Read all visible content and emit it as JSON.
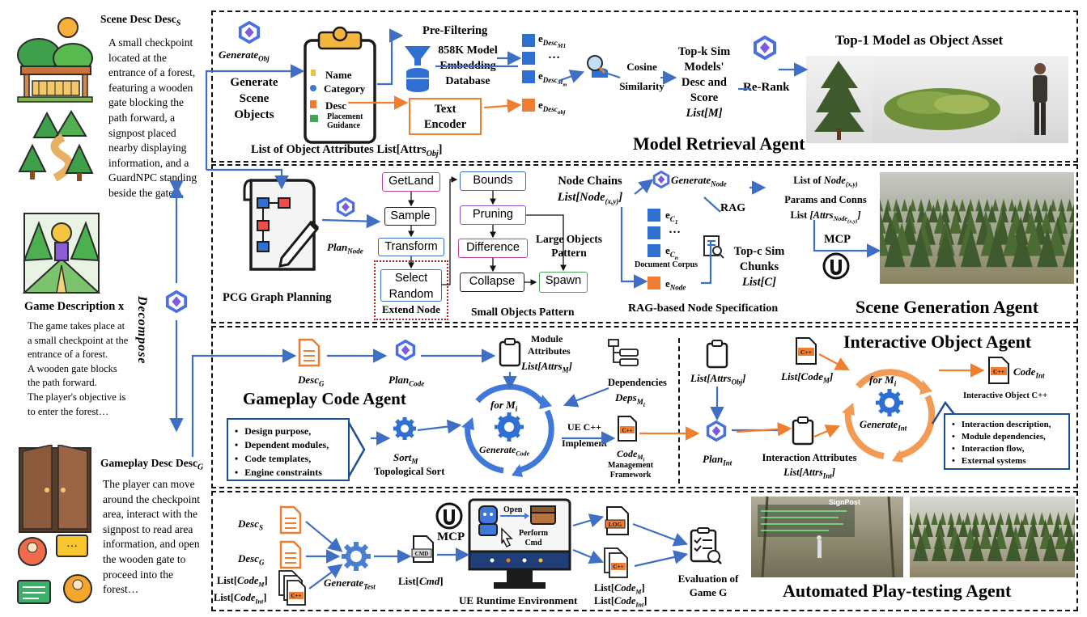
{
  "left": {
    "scene_title": "Scene Desc Desc",
    "scene_sub": "S",
    "scene_text": [
      "A small checkpoint",
      "located at the",
      "entrance of a forest,",
      "featuring a wooden",
      "gate blocking the",
      "path forward, a",
      "signpost placed",
      "nearby displaying",
      "information, and a",
      "GuardNPC standing",
      "beside the gate…"
    ],
    "game_title": "Game Description x",
    "game_text": [
      "The game takes place at",
      "a small checkpoint at the",
      "entrance of a forest.",
      "A wooden gate blocks",
      "the path forward.",
      "The player's objective is",
      "to enter the forest…"
    ],
    "decompose": "Decompose",
    "gameplay_title": "Gameplay Desc Desc",
    "gameplay_sub": "G",
    "gameplay_text": [
      "The player can move",
      "around the checkpoint",
      "area, interact with the",
      "signpost to read area",
      "information, and open",
      "the wooden gate to",
      "proceed into the",
      "forest…"
    ]
  },
  "model_retrieval": {
    "generate_obj": "Generate",
    "generate_obj_sub": "Obj",
    "generate_scene_objects": [
      "Generate",
      "Scene",
      "Objects"
    ],
    "attr_name": "Name",
    "attr_category": "Category",
    "attr_desc": "Desc",
    "attr_placement": [
      "Placement",
      "Guidance"
    ],
    "list_attrs": "List of Object Attributes List[Attrs",
    "list_attrs_sub": "Obj",
    "prefiltering": "Pre-Filtering",
    "database": [
      "858K Model",
      "Embedding",
      "Database"
    ],
    "text_encoder": [
      "Text",
      "Encoder"
    ],
    "e_desc_m1": "M",
    "e_dots": "…",
    "cosine": [
      "Cosine",
      "Similarity"
    ],
    "topk": [
      "Top-k Sim",
      "Models'",
      "Desc and",
      "Score",
      "List[M]"
    ],
    "rerank": "Re-Rank",
    "top1": "Top-1 Model as Object Asset",
    "agent_title": "Model Retrieval Agent"
  },
  "scene_gen": {
    "pcg_title": "PCG Graph Planning",
    "plan_node": "Plan",
    "plan_node_sub": "Node",
    "nodes": {
      "getland": "GetLand",
      "sample": "Sample",
      "transform": "Transform",
      "select_random": [
        "Select",
        "Random"
      ],
      "bounds": "Bounds",
      "pruning": "Pruning",
      "difference": "Difference",
      "collapse": "Collapse",
      "spawn": "Spawn"
    },
    "extend_node": "Extend Node",
    "large_objects": [
      "Large Objects",
      "Pattern"
    ],
    "small_objects": "Small Objects Pattern",
    "node_chains": [
      "Node Chains",
      "List[Node(x,y)]"
    ],
    "generate_node": "Generate",
    "generate_node_sub": "Node",
    "list_of_node": "List of Node(x,y)",
    "params_conns": "Params and Conns",
    "list_attrs_node": "List[Attrs Node(x,y)]",
    "rag": "RAG",
    "document_corpus": "Document Corpus",
    "e_c1": "e",
    "e_node": "e",
    "topc": [
      "Top-c Sim",
      "Chunks",
      "List[C]"
    ],
    "mcp": "MCP",
    "rag_title": "RAG-based Node Specification",
    "agent_title": "Scene Generation Agent"
  },
  "gameplay_code": {
    "desc_g": "Desc",
    "plan_code": "Plan",
    "plan_code_sub": "Code",
    "module_attrs": [
      "Module",
      "Attributes",
      "List[Attrs M]"
    ],
    "dependencies": [
      "Dependencies",
      "Deps"
    ],
    "agent_title": "Gameplay Code Agent",
    "bullets": [
      "Design purpose,",
      "Dependent modules,",
      "Code templates,",
      "Engine constraints"
    ],
    "sort_m": "Sort",
    "topo": "Topological Sort",
    "for_mi": "for M",
    "generate_code": "Generate",
    "generate_code_sub": "Code",
    "ue_cpp": [
      "UE C++",
      "Implement"
    ],
    "code_mi": "Code",
    "mgmt": [
      "Management",
      "Framework"
    ]
  },
  "interactive": {
    "agent_title": "Interactive Object Agent",
    "list_attrs_obj": "List[Attrs Obj]",
    "list_code_m": "List[Code M]",
    "plan_int": "Plan",
    "plan_int_sub": "Int",
    "interaction_attrs": [
      "Interaction Attributes",
      "List[Attrs Int]"
    ],
    "for_mi": "for M",
    "generate_int": "Generate",
    "generate_int_sub": "Int",
    "code_int": "Code",
    "code_int_sub": "Int",
    "interactive_cpp": "Interactive Object C++",
    "bullets": [
      "Interaction description,",
      "Module dependencies,",
      "Interaction flow,",
      "External systems"
    ]
  },
  "playtesting": {
    "desc_s": "Desc",
    "desc_g": "Desc",
    "list_code_m": "List[Code M]",
    "list_code_int": "List[Code Int]",
    "generate_test": "Generate",
    "generate_test_sub": "Test",
    "list_cmd": "List[Cmd]",
    "mcp": "MCP",
    "open": "Open",
    "perform_cmd": [
      "Perform",
      "Cmd"
    ],
    "ue_runtime": "UE Runtime Environment",
    "evaluation": [
      "Evaluation of",
      "Game G"
    ],
    "signpost": "SignPost",
    "agent_title": "Automated Play-testing Agent",
    "icon_labels": {
      "log": "LOG",
      "cmd": "CMD",
      "cpp": "C++"
    }
  },
  "colors": {
    "arrow_blue": "#3f6fc4",
    "arrow_orange": "#ef7f2e",
    "icon_blue": "#2e6fd1",
    "icon_orange": "#ee7d31"
  }
}
